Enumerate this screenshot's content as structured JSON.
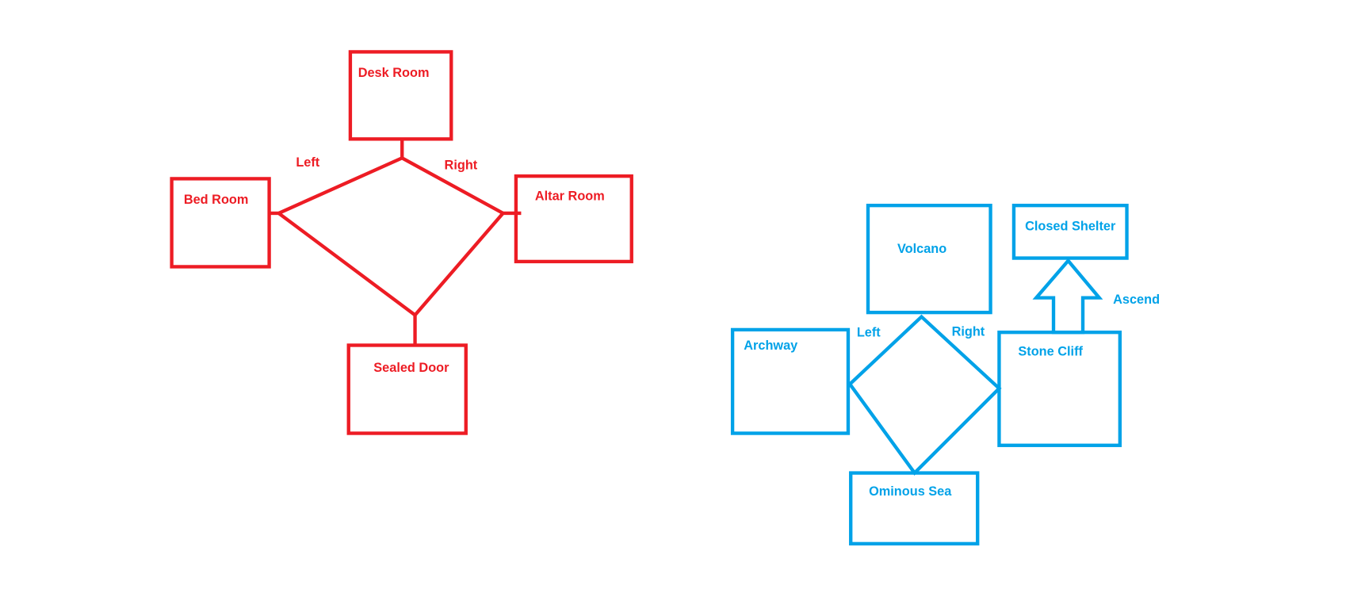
{
  "colors": {
    "red_map": "#ed1c24",
    "blue_map": "#00a2e8"
  },
  "red_map": {
    "rooms": {
      "desk_room": "Desk Room",
      "bed_room": "Bed Room",
      "altar_room": "Altar Room",
      "sealed_door": "Sealed Door"
    },
    "paths": {
      "left": "Left",
      "right": "Right"
    }
  },
  "blue_map": {
    "rooms": {
      "volcano": "Volcano",
      "closed_shelter": "Closed Shelter",
      "archway": "Archway",
      "stone_cliff": "Stone Cliff",
      "ominous_sea": "Ominous Sea"
    },
    "paths": {
      "left": "Left",
      "right": "Right",
      "ascend": "Ascend"
    }
  }
}
